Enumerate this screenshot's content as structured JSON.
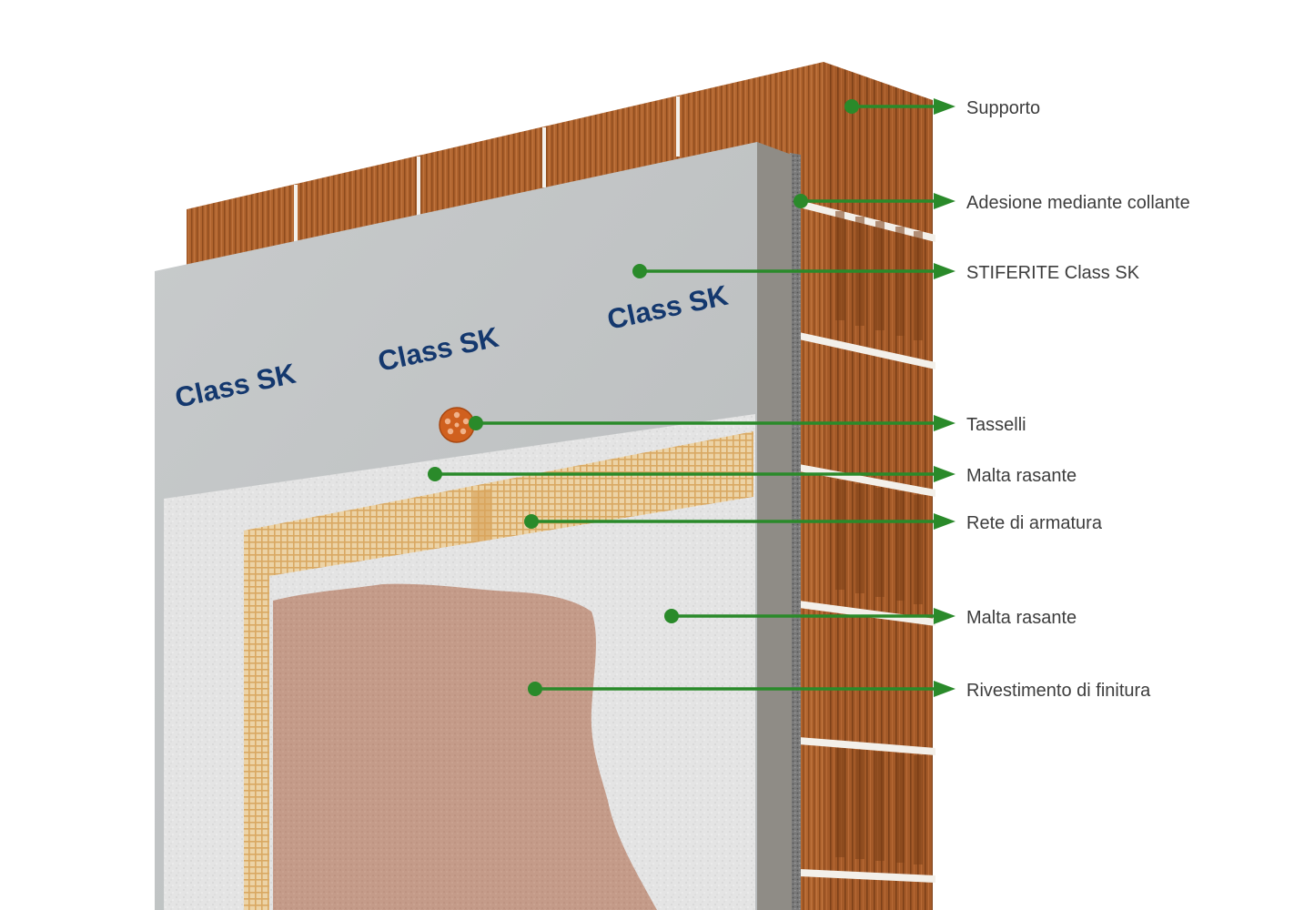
{
  "brand_marks": [
    "Class SK",
    "Class SK",
    "Class SK"
  ],
  "callouts": [
    {
      "label": "Supporto"
    },
    {
      "label": "Adesione mediante collante"
    },
    {
      "label": "STIFERITE Class SK"
    },
    {
      "label": "Tasselli"
    },
    {
      "label": "Malta rasante"
    },
    {
      "label": "Rete di armatura"
    },
    {
      "label": "Malta rasante"
    },
    {
      "label": "Rivestimento di finitura"
    }
  ],
  "colors": {
    "brick": "#b0642e",
    "brick_dark": "#8a4a1f",
    "brick_side": "#9d5526",
    "insulation_panel": "#c3c6c7",
    "insulation_edge": "#8f8c86",
    "adhesive": "#6e6e6e",
    "render_coat": "#e6e6e6",
    "mesh": "#e2b878",
    "finish_coat": "#c39a88",
    "brand_text": "#14386e",
    "callout_green": "#2a8a2a",
    "dowel": "#d0601e",
    "label_text": "#3d3d3d"
  },
  "icons": {
    "arrow": "arrow-right-icon",
    "pointer": "dot-marker-icon",
    "dowel": "insulation-dowel-icon"
  }
}
